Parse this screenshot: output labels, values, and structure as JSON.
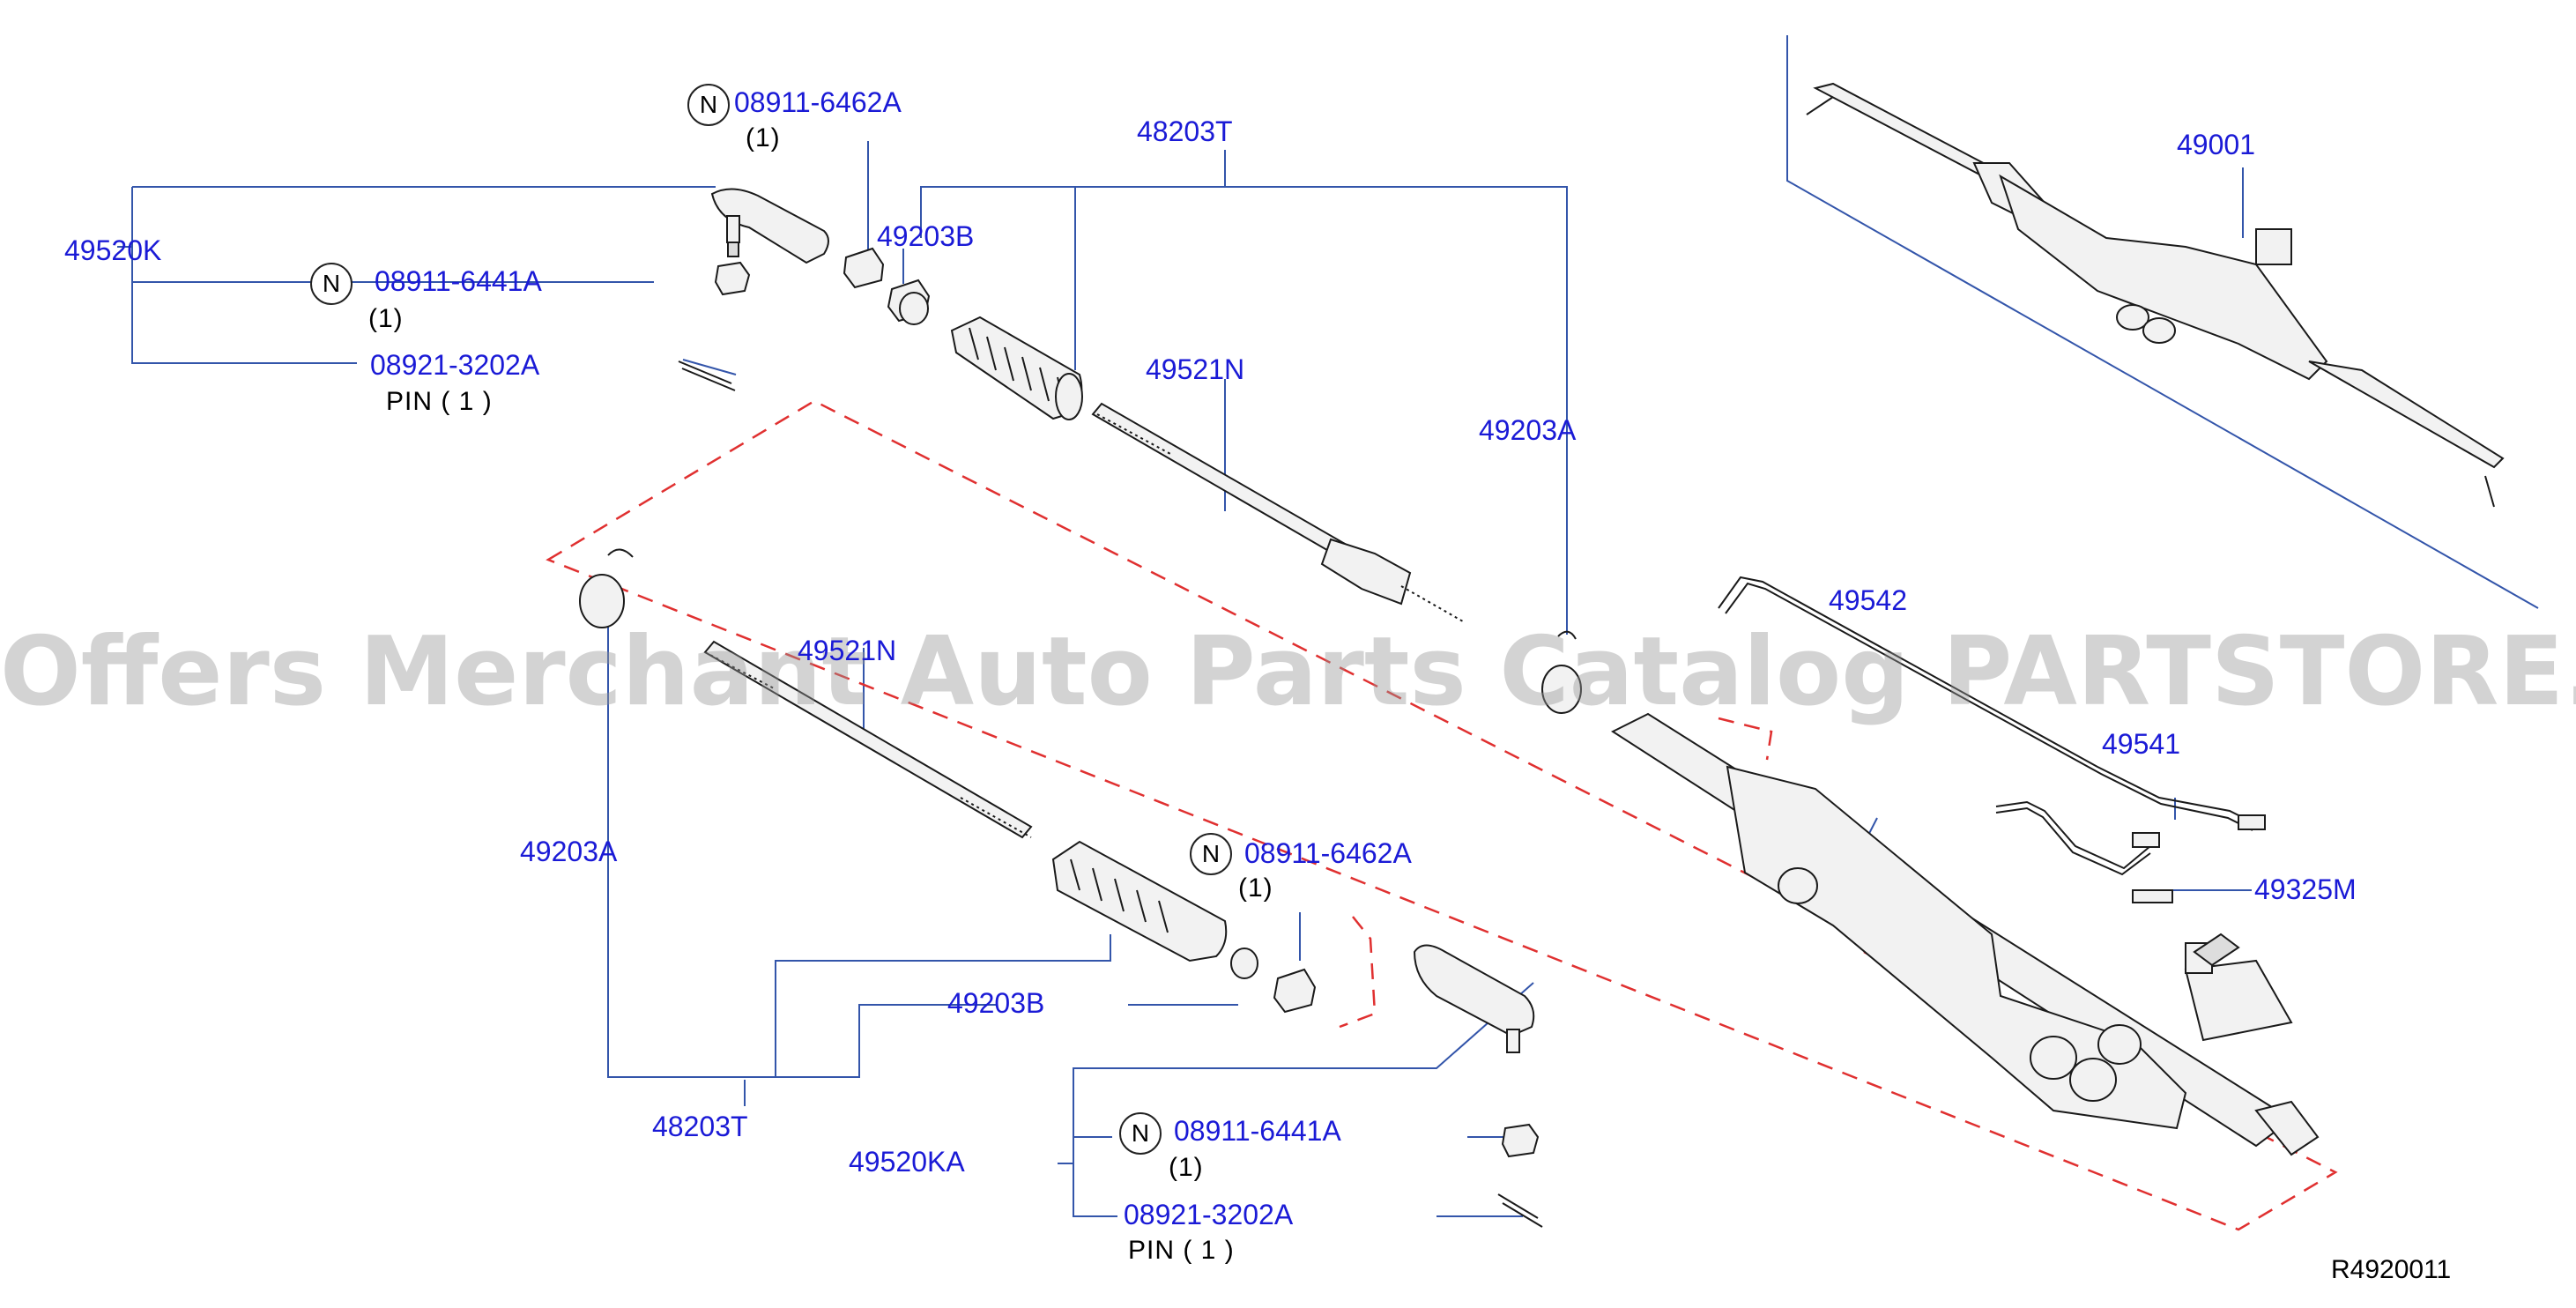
{
  "colors": {
    "callout": "#1a1ad6",
    "leader": "#3355aa",
    "outline": "#1a1a1a",
    "fill": "#f2f2f2",
    "dash": "#e03030",
    "watermark": "#969696"
  },
  "note_marker": "N",
  "parts": {
    "p1": "08911-6462A",
    "p1q": "(1)",
    "p2": "48203T",
    "p3": "49520K",
    "p4": "08911-6441A",
    "p4q": "(1)",
    "p5": "49203B",
    "p6": "08921-3202A",
    "p6s": "PIN ( 1 )",
    "p7": "49521N",
    "p8": "49203A",
    "p9": "49001",
    "p10": "49542",
    "p11": "49541",
    "p12": "49325M",
    "p13": "49521N",
    "p14": "49203A",
    "p15": "08911-6462A",
    "p15q": "(1)",
    "p16": "49203B",
    "p17": "48203T",
    "p18": "49520KA",
    "p19": "08911-6441A",
    "p19q": "(1)",
    "p20": "08921-3202A",
    "p20s": "PIN ( 1 )"
  },
  "watermark": "Offers Merchant Auto Parts Catalog PARTSTORE.SA",
  "diagram_ref": "R4920011"
}
